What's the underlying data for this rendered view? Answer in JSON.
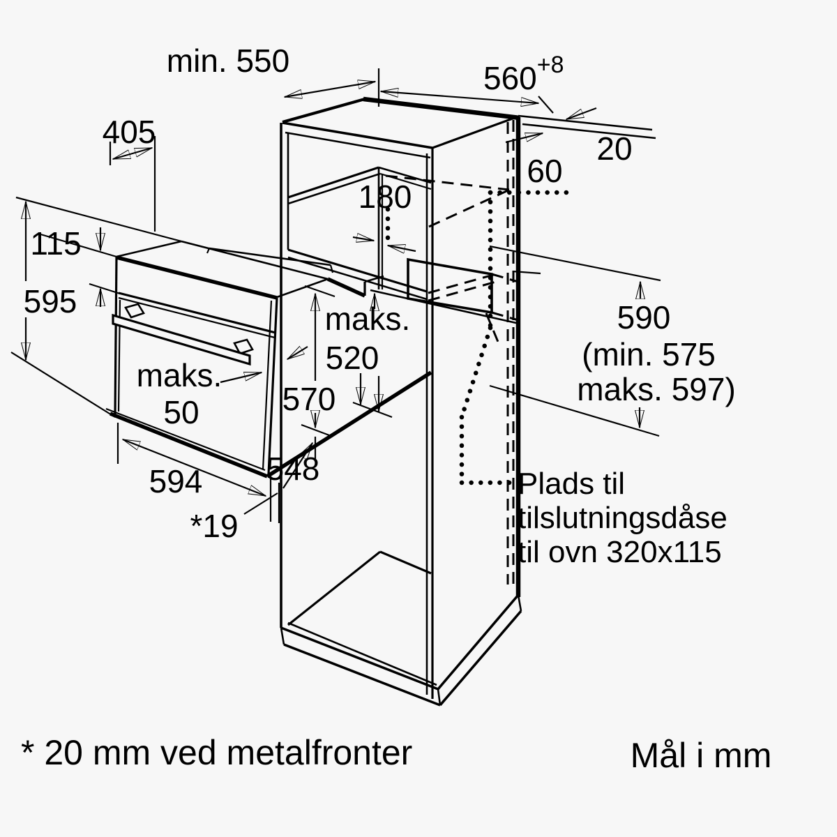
{
  "diagram": {
    "type": "oven-installation-technical-drawing",
    "language": "da",
    "colors": {
      "background": "#f7f7f7",
      "line": "#000000"
    },
    "dims": {
      "min_depth": "min. 550",
      "niche_width": "560",
      "niche_width_tol": "+8",
      "rear_gap": "20",
      "top_depth": "405",
      "shelf_gap": "180",
      "box_offset": "60",
      "panel_height": "115",
      "oven_height": "595",
      "maks_label": "maks.",
      "niche_depth": "520",
      "body_height": "570",
      "maks50_label": "maks.",
      "front_clearance": "50",
      "front_width": "594",
      "body_width": "548",
      "side_overhang": "*19",
      "niche_height": "590",
      "niche_height_min": "(min. 575",
      "niche_height_max": "maks. 597)"
    },
    "notes": {
      "junction_line1": "Plads til",
      "junction_line2": "tilslutningsdåse",
      "junction_line3": "til ovn 320x115",
      "footnote": "* 20 mm ved metalfronter",
      "units": "Mål i mm"
    }
  }
}
